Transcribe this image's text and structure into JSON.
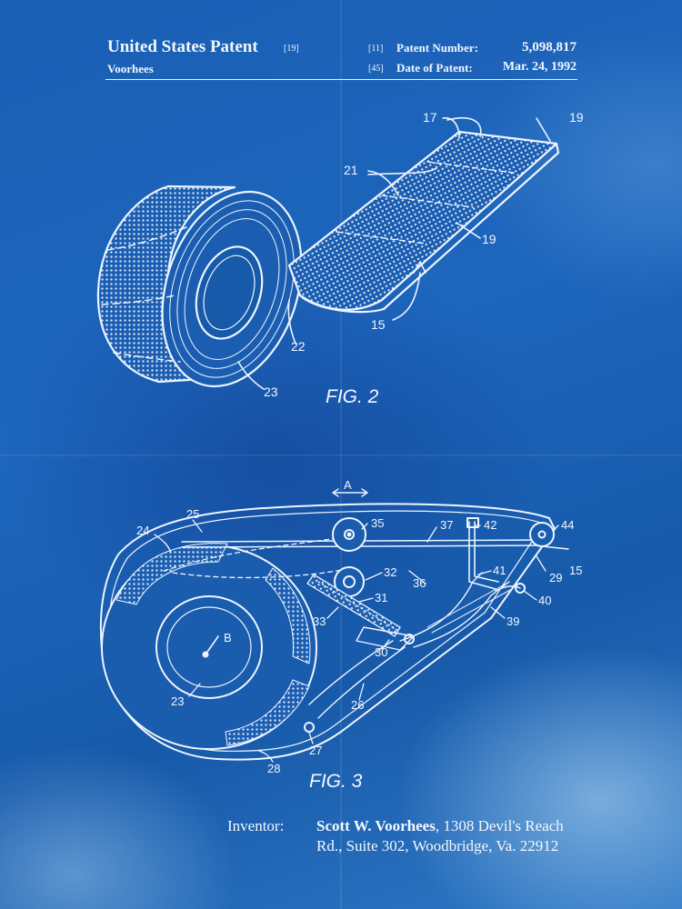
{
  "header": {
    "title": "United States Patent",
    "title_code": "[19]",
    "inventor_surname": "Voorhees",
    "number_code": "[11]",
    "number_label": "Patent Number:",
    "number_value": "5,098,817",
    "date_code": "[45]",
    "date_label": "Date of Patent:",
    "date_value": "Mar. 24, 1992"
  },
  "figures": {
    "fig2_label": "FIG. 2",
    "fig3_label": "FIG. 3",
    "fig2_refs": [
      "17",
      "19",
      "21",
      "19",
      "15",
      "22",
      "23"
    ],
    "fig3_refs": [
      "A",
      "25",
      "35",
      "37",
      "42",
      "44",
      "24",
      "32",
      "36",
      "41",
      "29",
      "15",
      "31",
      "40",
      "33",
      "39",
      "B",
      "30",
      "23",
      "26",
      "27",
      "28"
    ]
  },
  "footer": {
    "label": "Inventor:",
    "name": "Scott W. Voorhees",
    "address": ", 1308 Devil's Reach Rd., Suite 302, Woodbridge, Va. 22912"
  }
}
